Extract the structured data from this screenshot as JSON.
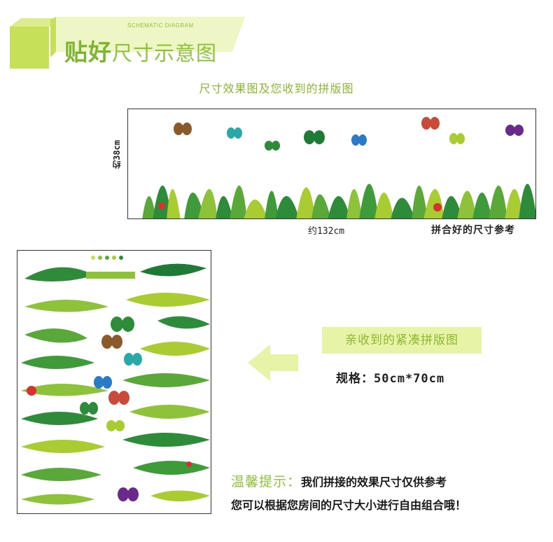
{
  "banner": {
    "title_bold": "贴好",
    "title_light": "尺寸示意图",
    "subtitle": "SCHEMATIC DIAGRAM",
    "color": "#c7e05a"
  },
  "section_title": "尺寸效果图及您收到的拼版图",
  "panorama": {
    "height_label": "约38cm",
    "width_label": "约132cm",
    "reference_label": "拼合好的尺寸参考"
  },
  "received_label": "亲收到的紧凑拼版图",
  "spec": "规格：50cm*70cm",
  "tip": {
    "label": "温馨提示：",
    "line1": "我们拼接的效果尺寸仅供参考",
    "line2": "您可以根据您房间的尺寸大小进行自由组合哦！"
  },
  "colors": {
    "accent_green": "#8ab832",
    "light_green": "#e7f3a6",
    "leaf_dark": "#2e8b3a",
    "leaf_mid": "#5aa83a",
    "leaf_light": "#a8cc32"
  }
}
